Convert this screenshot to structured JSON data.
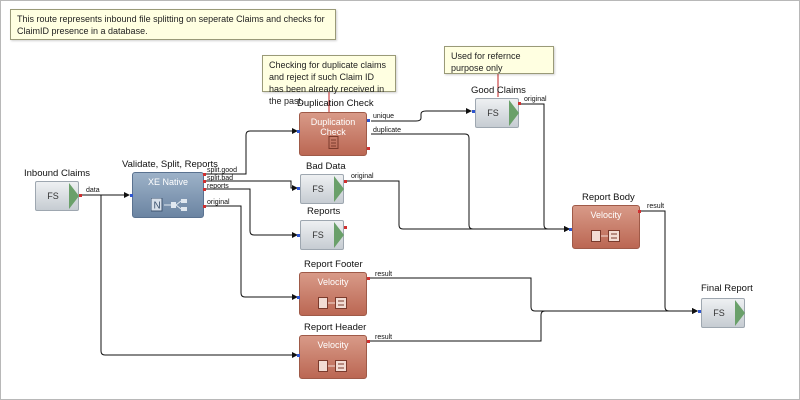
{
  "notes": {
    "route_description": "This route represents inbound file splitting on seperate Claims and checks for ClaimID presence in a database.",
    "duplicate_note": "Checking for duplicate claims and reject if such Claim ID has been already received in the past.",
    "reference_note": "Used for refernce purpose only"
  },
  "nodes": {
    "inbound_claims": {
      "title": "Inbound Claims",
      "label": "FS",
      "ports": {
        "data": "data"
      }
    },
    "validate_split": {
      "title": "Validate, Split, Reports",
      "label": "XE Native",
      "ports": {
        "split_good": "split.good",
        "split_bad": "split.bad",
        "reports": "reports",
        "original": "original"
      }
    },
    "duplication_check": {
      "title": "Duplication Check",
      "label": "Duplication Check",
      "ports": {
        "unique": "unique",
        "duplicate": "duplicate"
      }
    },
    "good_claims": {
      "title": "Good Claims",
      "label": "FS",
      "ports": {
        "original": "original"
      }
    },
    "bad_data": {
      "title": "Bad Data",
      "label": "FS",
      "ports": {
        "original": "original"
      }
    },
    "reports": {
      "title": "Reports",
      "label": "FS"
    },
    "report_body": {
      "title": "Report Body",
      "label": "Velocity",
      "ports": {
        "result": "result"
      }
    },
    "report_footer": {
      "title": "Report Footer",
      "label": "Velocity",
      "ports": {
        "result": "result"
      }
    },
    "report_header": {
      "title": "Report Header",
      "label": "Velocity",
      "ports": {
        "result": "result"
      }
    },
    "final_report": {
      "title": "Final Report",
      "label": "FS"
    }
  },
  "colors": {
    "note_background": "#ffffe1",
    "fs_arrow": "#6aa06a",
    "velocity_fill": "#bb6753",
    "xe_native_fill": "#6b84a2",
    "wire": "#111111",
    "port_in": "#2f56d0",
    "port_out": "#d03030"
  },
  "icons": [
    "file-splitter-icon",
    "velocity-template-icon",
    "xe-native-icon",
    "duplication-check-icon"
  ]
}
